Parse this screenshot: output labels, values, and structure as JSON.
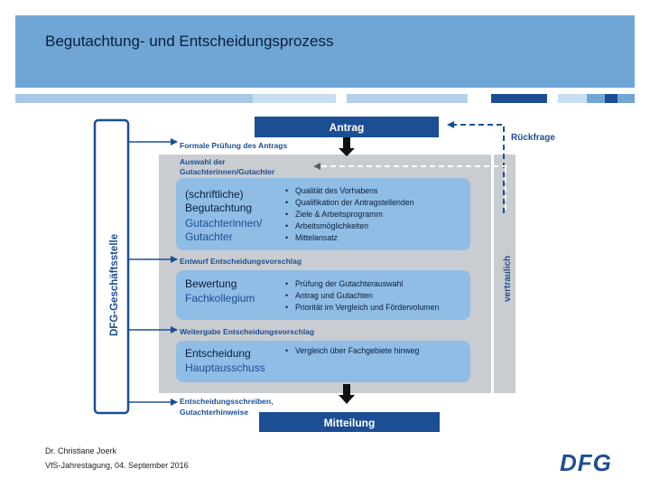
{
  "header": {
    "title": "Begutachtung- und Entscheidungsprozess"
  },
  "colors": {
    "header_bg": "#6fa6d6",
    "navy": "#1c4e94",
    "box_light": "#8fbde6",
    "gray_panel": "#c9cdd1"
  },
  "diagram": {
    "antrag": "Antrag",
    "rueckfrage": "Rückfrage",
    "vertraulich": "vertraulich",
    "geschaeftsstelle": "DFG-Geschäftsstelle",
    "mitteilung": "Mitteilung",
    "steps": {
      "formale_pruefung": "Formale Prüfung des Antrags",
      "auswahl_line1": "Auswahl der",
      "auswahl_line2": "Gutachterinnen/Gutachter",
      "entwurf": "Entwurf Entscheidungsvorschlag",
      "weitergabe": "Weitergabe Entscheidungsvorschlag",
      "entscheidungsschreiben_line1": "Entscheidungsschreiben,",
      "entscheidungsschreiben_line2": "Gutachterhinweise"
    },
    "boxes": {
      "begutachtung": {
        "line1": "(schriftliche)",
        "line2": "Begutachtung",
        "line3": "Gutachterinnen/",
        "line4": "Gutachter",
        "bullets": [
          "Qualität des Vorhabens",
          "Qualifikation der Antragstellenden",
          "Ziele & Arbeitsprogramm",
          "Arbeitsmöglichkeiten",
          "Mittelansatz"
        ]
      },
      "bewertung": {
        "line1": "Bewertung",
        "line2": "Fachkollegium",
        "bullets": [
          "Prüfung der Gutachterauswahl",
          "Antrag und Gutachten",
          "Priorität im Vergleich und Fördervolumen"
        ]
      },
      "entscheidung": {
        "line1": "Entscheidung",
        "line2": "Hauptausschuss",
        "bullets": [
          "Vergleich über Fachgebiete hinweg"
        ]
      }
    }
  },
  "footer": {
    "name": "Dr. Christiane Joerk",
    "event": "VfS-Jahrestagung, 04. September 2016",
    "logo": "DFG"
  }
}
